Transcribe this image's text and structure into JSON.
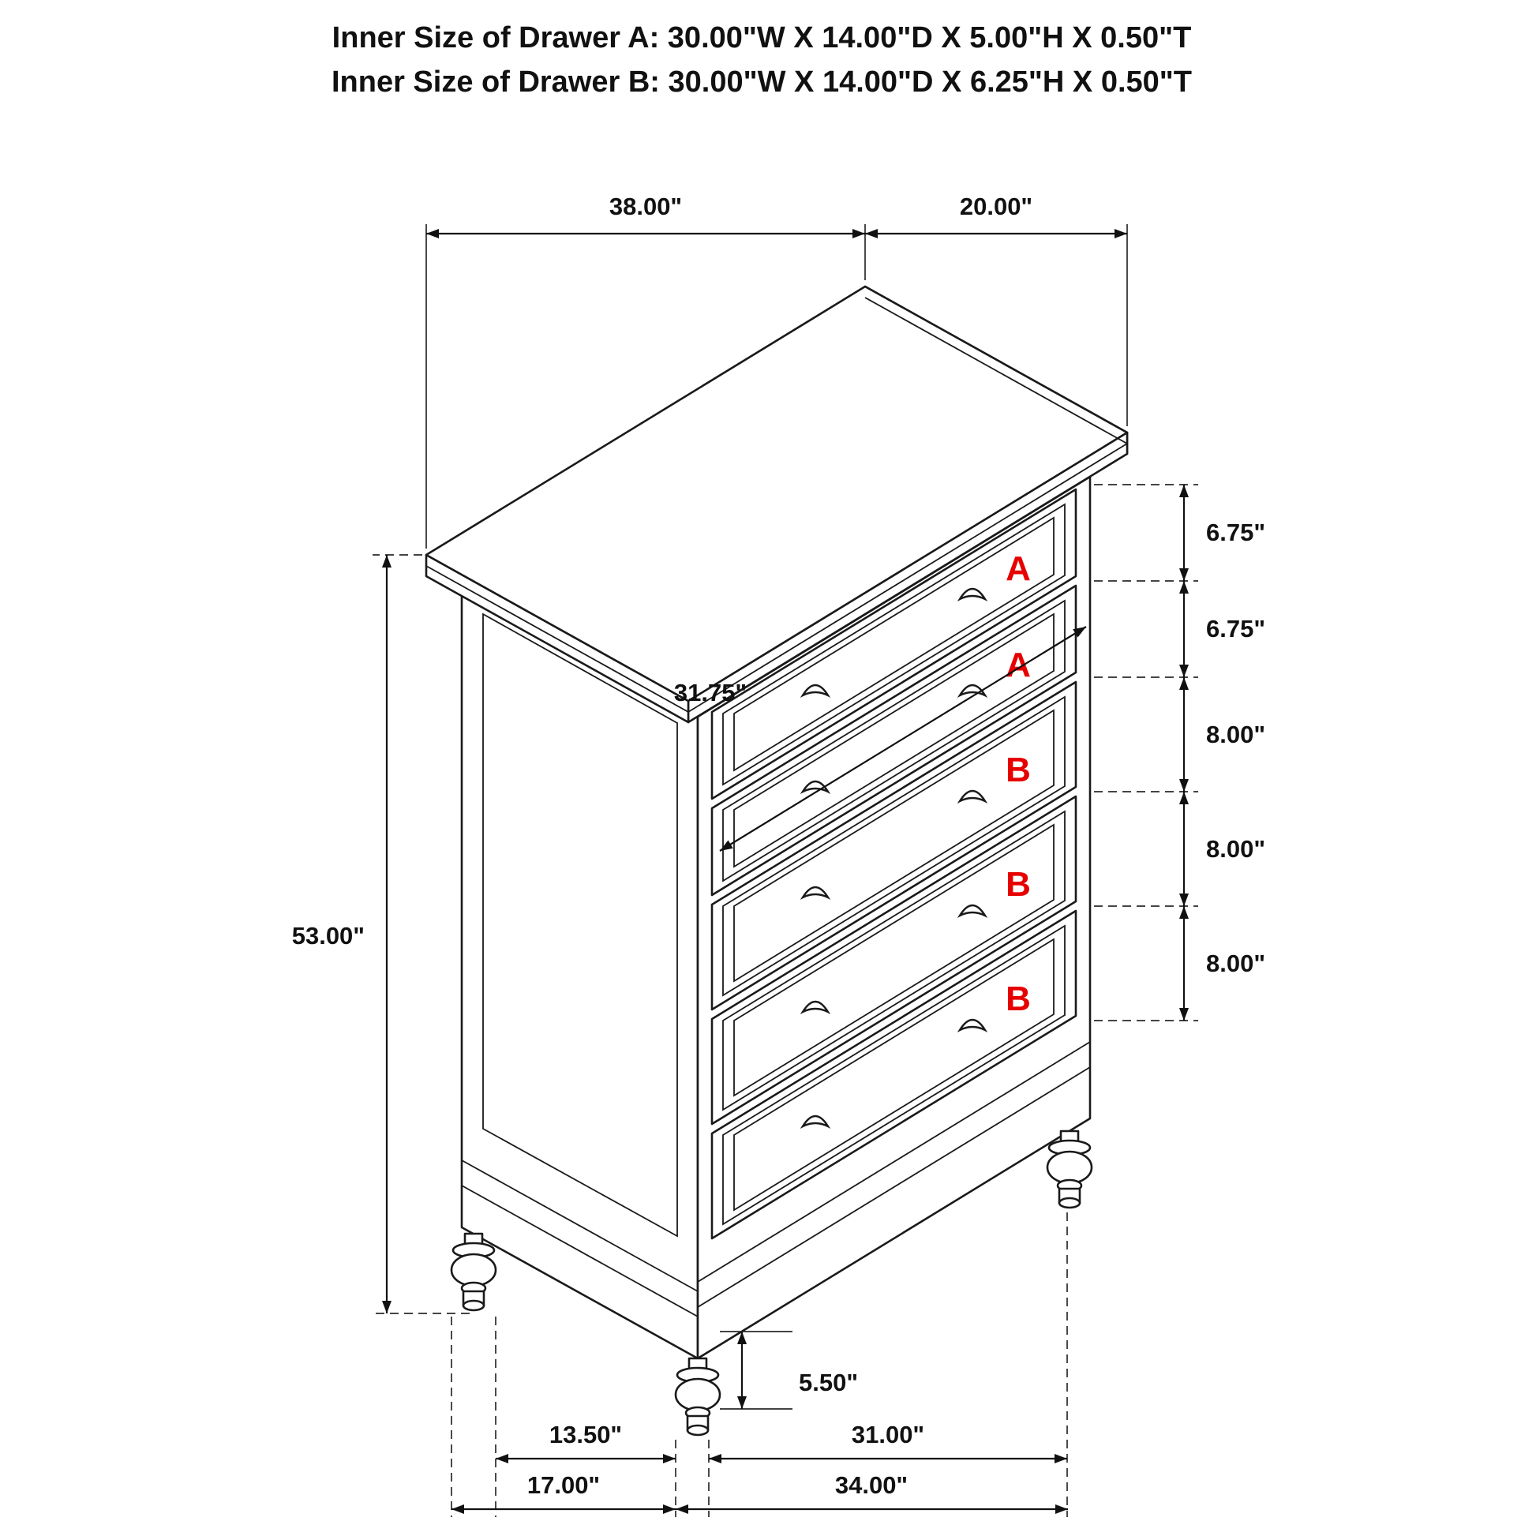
{
  "title": {
    "line1": "Inner Size of Drawer A: 30.00\"W X 14.00\"D X 5.00\"H X 0.50\"T",
    "line2": "Inner Size of Drawer B: 30.00\"W X 14.00\"D X 6.25\"H X 0.50\"T"
  },
  "dimensions": {
    "top_width": "38.00\"",
    "top_depth": "20.00\"",
    "right_chain": [
      "6.75\"",
      "6.75\"",
      "8.00\"",
      "8.00\"",
      "8.00\""
    ],
    "overall_height": "53.00\"",
    "drawer_front_width": "31.75\"",
    "leg_height": "5.50\"",
    "foot_depth_inner": "13.50\"",
    "foot_width_inner": "31.00\"",
    "foot_depth_outer": "17.00\"",
    "foot_width_outer": "34.00\""
  },
  "drawer_labels": [
    "A",
    "A",
    "B",
    "B",
    "B"
  ],
  "colors": {
    "line": "#1a1a1a",
    "label_red": "#e60000",
    "background": "#ffffff"
  }
}
